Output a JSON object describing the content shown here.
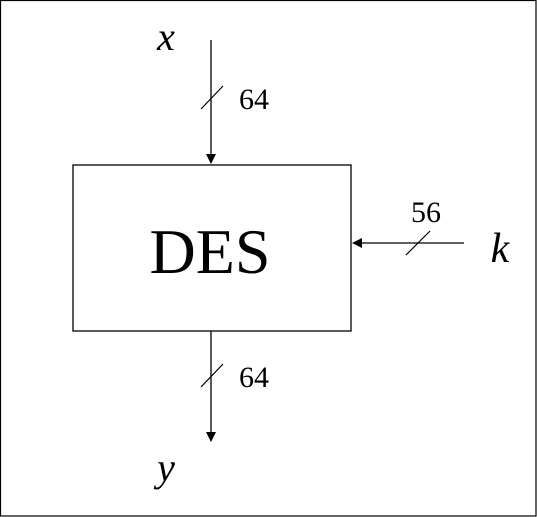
{
  "diagram": {
    "block_label": "DES",
    "input_label": "x",
    "input_width": "64",
    "key_label": "k",
    "key_width": "56",
    "output_label": "y",
    "output_width": "64"
  },
  "colors": {
    "stroke": "#000000",
    "background": "#ffffff"
  }
}
